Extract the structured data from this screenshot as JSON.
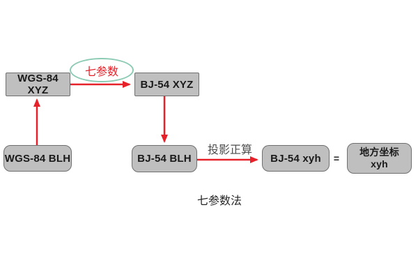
{
  "diagram": {
    "caption": "七参数法",
    "nodes": {
      "wgs84_xyz": {
        "label": "WGS-84 XYZ"
      },
      "bj54_xyz": {
        "label": "BJ-54 XYZ"
      },
      "wgs84_blh": {
        "label": "WGS-84 BLH"
      },
      "bj54_blh": {
        "label": "BJ-54 BLH"
      },
      "bj54_xyh": {
        "label": "BJ-54 xyh"
      },
      "local_xyh": {
        "label_line1": "地方坐标",
        "label_line2": "xyh"
      }
    },
    "annotations": {
      "seven_params": "七参数",
      "projection_forward": "投影正算",
      "equals": "="
    },
    "edges": [
      {
        "from": "wgs84_xyz",
        "to": "bj54_xyz",
        "label": "七参数"
      },
      {
        "from": "wgs84_blh",
        "to": "wgs84_xyz",
        "label": ""
      },
      {
        "from": "bj54_xyz",
        "to": "bj54_blh",
        "label": ""
      },
      {
        "from": "bj54_blh",
        "to": "bj54_xyh",
        "label": "投影正算"
      }
    ],
    "colors": {
      "node_fill": "#bfbfbf",
      "node_border": "#6f6f6f",
      "arrow_red": "#e62129",
      "ellipse_stroke": "#8ccbb3",
      "annotation_text": "#4d4d4d",
      "label_text": "#1a1a1a",
      "background": "#ffffff"
    }
  }
}
